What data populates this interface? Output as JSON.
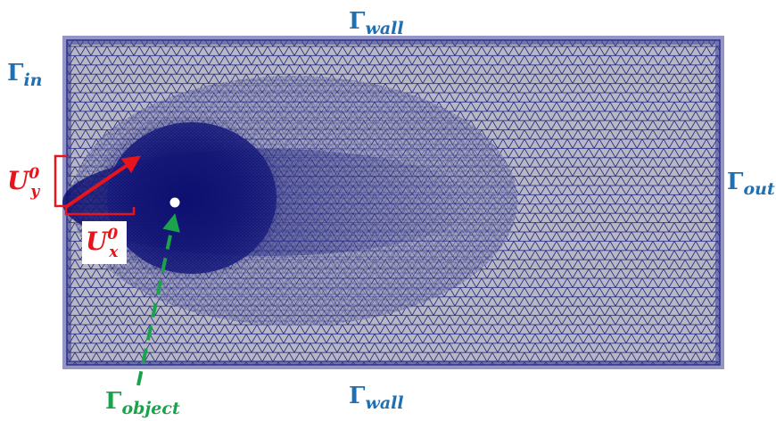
{
  "labels": {
    "wall_top": {
      "symbol": "Γ",
      "sub": "wall"
    },
    "wall_bottom": {
      "symbol": "Γ",
      "sub": "wall"
    },
    "inlet": {
      "symbol": "Γ",
      "sub": "in"
    },
    "outlet": {
      "symbol": "Γ",
      "sub": "out"
    },
    "object": {
      "symbol": "Γ",
      "sub": "object"
    },
    "ux": {
      "symbol": "U",
      "sup": "0",
      "sub": "x"
    },
    "uy": {
      "symbol": "U",
      "sup": "0",
      "sub": "y"
    }
  },
  "colors": {
    "boundary_label": "#1f6fb3",
    "velocity": "#e8141c",
    "object_label": "#1aa34a",
    "mesh_fill": "#b8b8c4",
    "mesh_line": "#1b1f80",
    "mesh_dense": "#0b0e6e"
  }
}
